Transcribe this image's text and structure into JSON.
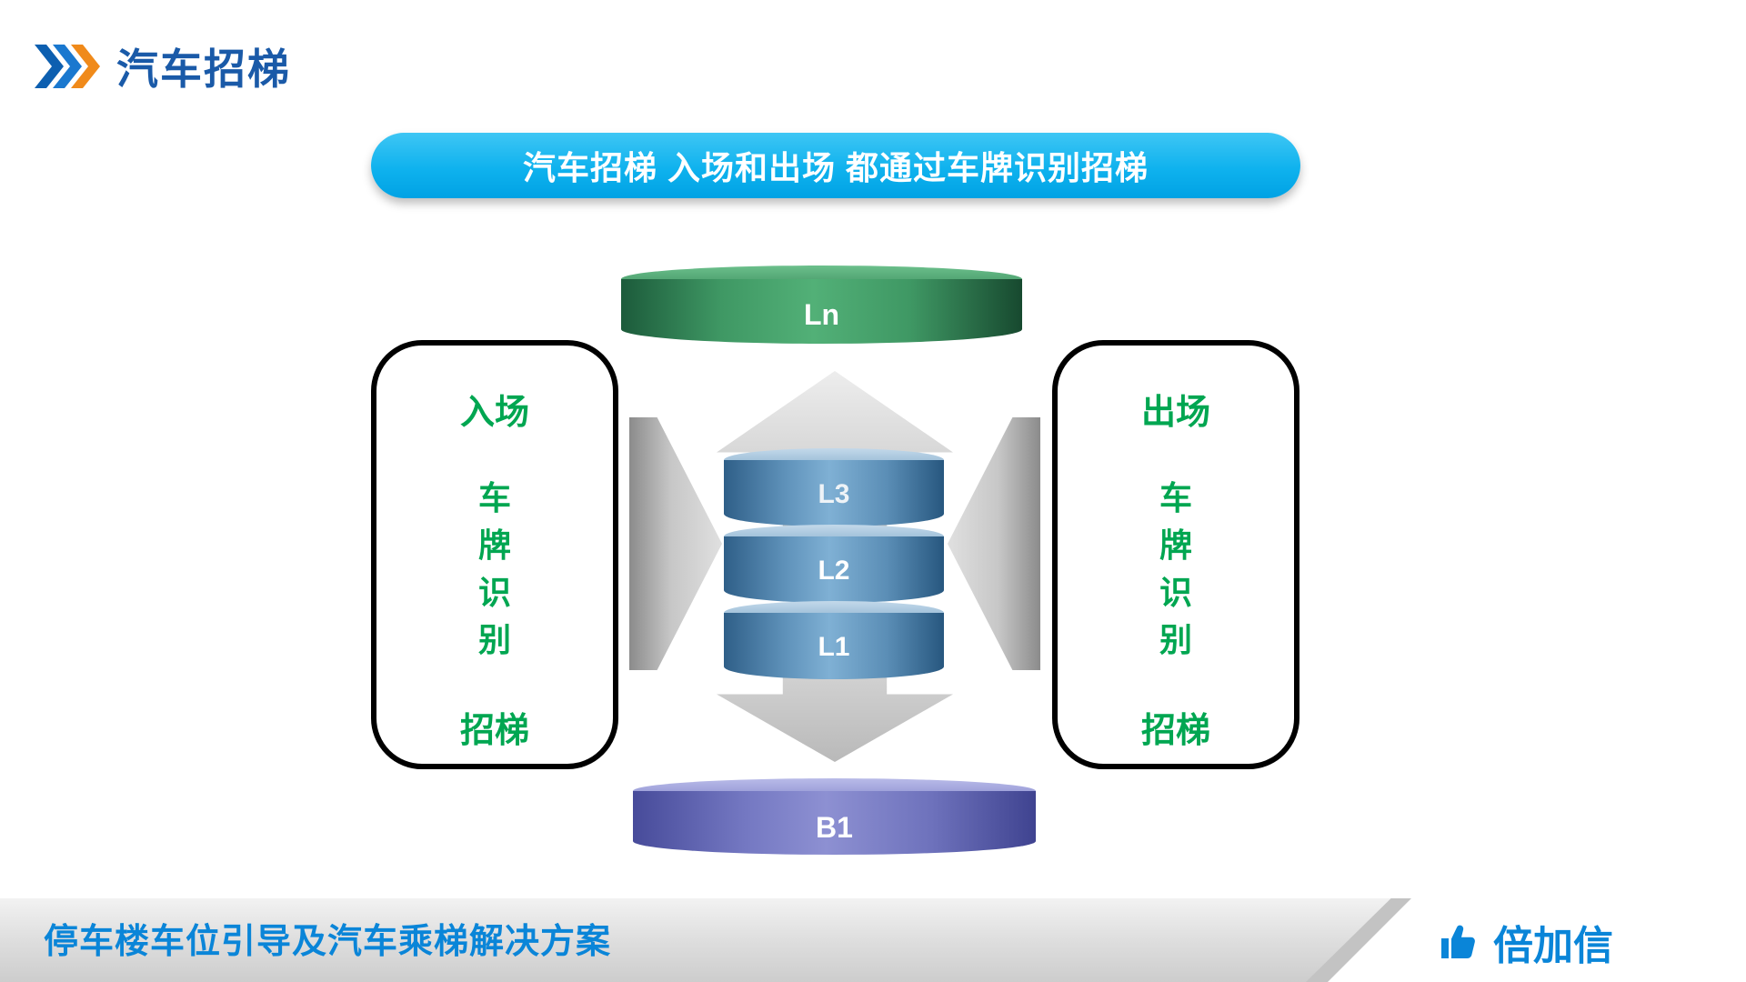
{
  "header": {
    "title": "汽车招梯"
  },
  "banner": {
    "text": "汽车招梯 入场和出场 都通过车牌识别招梯"
  },
  "diagram": {
    "top_cylinder": {
      "label": "Ln"
    },
    "stack": [
      {
        "label": "L3"
      },
      {
        "label": "L2"
      },
      {
        "label": "L1"
      }
    ],
    "bottom_cylinder": {
      "label": "B1"
    },
    "entry_box": {
      "title": "入场",
      "chars": [
        "车",
        "牌",
        "识",
        "别"
      ],
      "action": "招梯"
    },
    "exit_box": {
      "title": "出场",
      "chars": [
        "车",
        "牌",
        "识",
        "别"
      ],
      "action": "招梯"
    }
  },
  "footer": {
    "text": "停车楼车位引导及汽车乘梯解决方案",
    "brand": "倍加信"
  },
  "icons": {
    "header": "triple-chevron-right",
    "brand": "thumbs-up"
  },
  "colors": {
    "title_blue": "#1a5aa8",
    "banner_bg": "#00aeef",
    "green_text": "#00a651",
    "footer_blue": "#0a85d8",
    "brand_blue": "#0a85d8",
    "ln_green": "#3f9864",
    "stack_blue": "#5f92ba",
    "b1_purple": "#7478c2",
    "arrow_gray": "#c7c7c7",
    "chevron_blue": "#0d5fb0",
    "chevron_orange": "#f08a1a"
  }
}
